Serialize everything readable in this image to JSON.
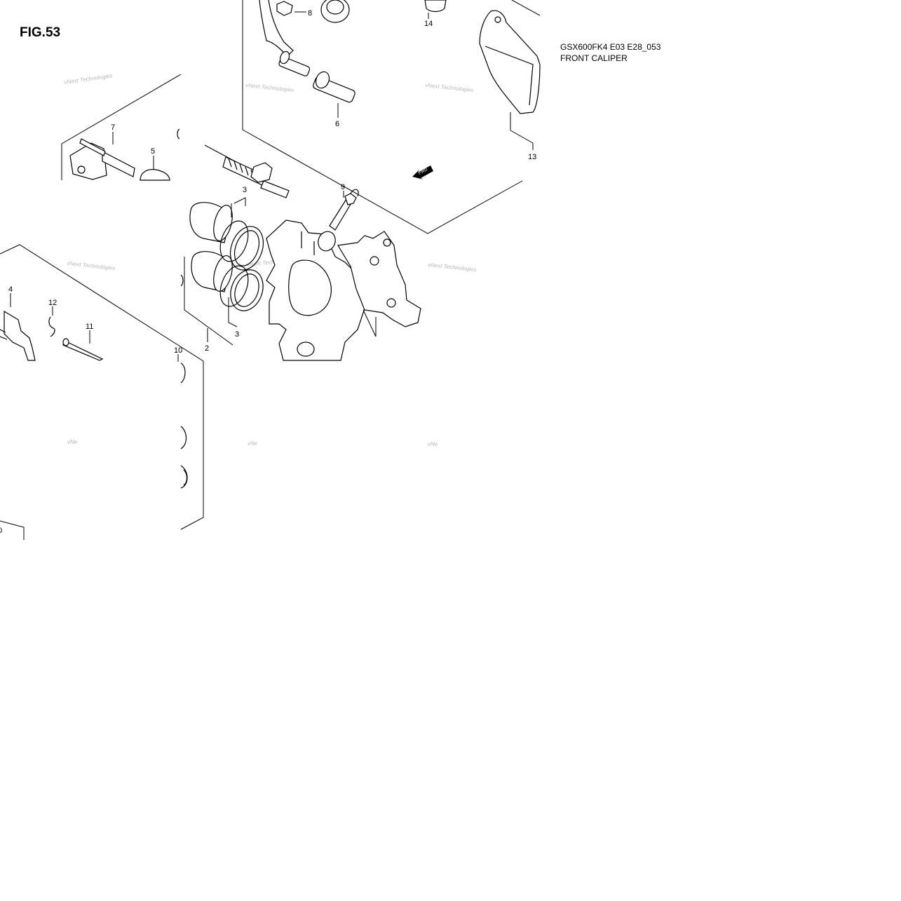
{
  "figure": {
    "label": "FIG.53",
    "model_code": "GSX600FK4 E03 E28_053",
    "title": "FRONT CALIPER"
  },
  "watermark": "vNext Technologies",
  "watermark_partial": "vNe",
  "fwd_arrow_label": "FWD",
  "callouts": {
    "c2": "2",
    "c3a": "3",
    "c3b": "3",
    "c4": "4",
    "c5": "5",
    "c6": "6",
    "c7": "7",
    "c8": "8",
    "c9": "9",
    "c10": "10",
    "c11": "11",
    "c12": "12",
    "c13": "13",
    "c14": "14",
    "c0": "0"
  }
}
